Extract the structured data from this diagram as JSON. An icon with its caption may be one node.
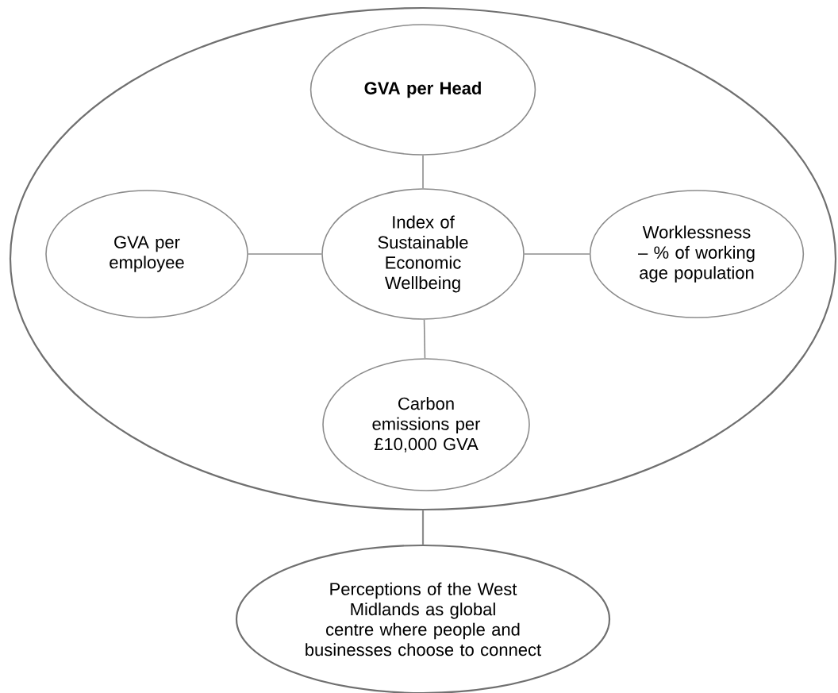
{
  "diagram": {
    "nodes": [
      {
        "text": [],
        "shape": "ellipse"
      },
      {
        "text": [
          "GVA per Head"
        ],
        "in": 0
      },
      {
        "text": [
          "GVA per employee"
        ],
        "in": 0
      },
      {
        "text": [
          "Index of Sustainable Economic Wellbeing"
        ],
        "in": 0
      },
      {
        "text": [
          "Worklessness – % of working age population"
        ],
        "in": 0
      },
      {
        "text": [
          "Carbon emissions per £10,000 GVA"
        ],
        "in": 0
      },
      {
        "text": [
          "Perceptions of the West Midlands as global centre where people and businesses choose to connect"
        ]
      }
    ],
    "edges": [
      {
        "from": 3,
        "to": 1,
        "arrow": "none"
      },
      {
        "from": 3,
        "to": 2,
        "arrow": "none"
      },
      {
        "from": 3,
        "to": 4,
        "arrow": "none"
      },
      {
        "from": 3,
        "to": 5,
        "arrow": "none"
      },
      {
        "from": 0,
        "to": 6,
        "arrow": "none"
      }
    ]
  }
}
